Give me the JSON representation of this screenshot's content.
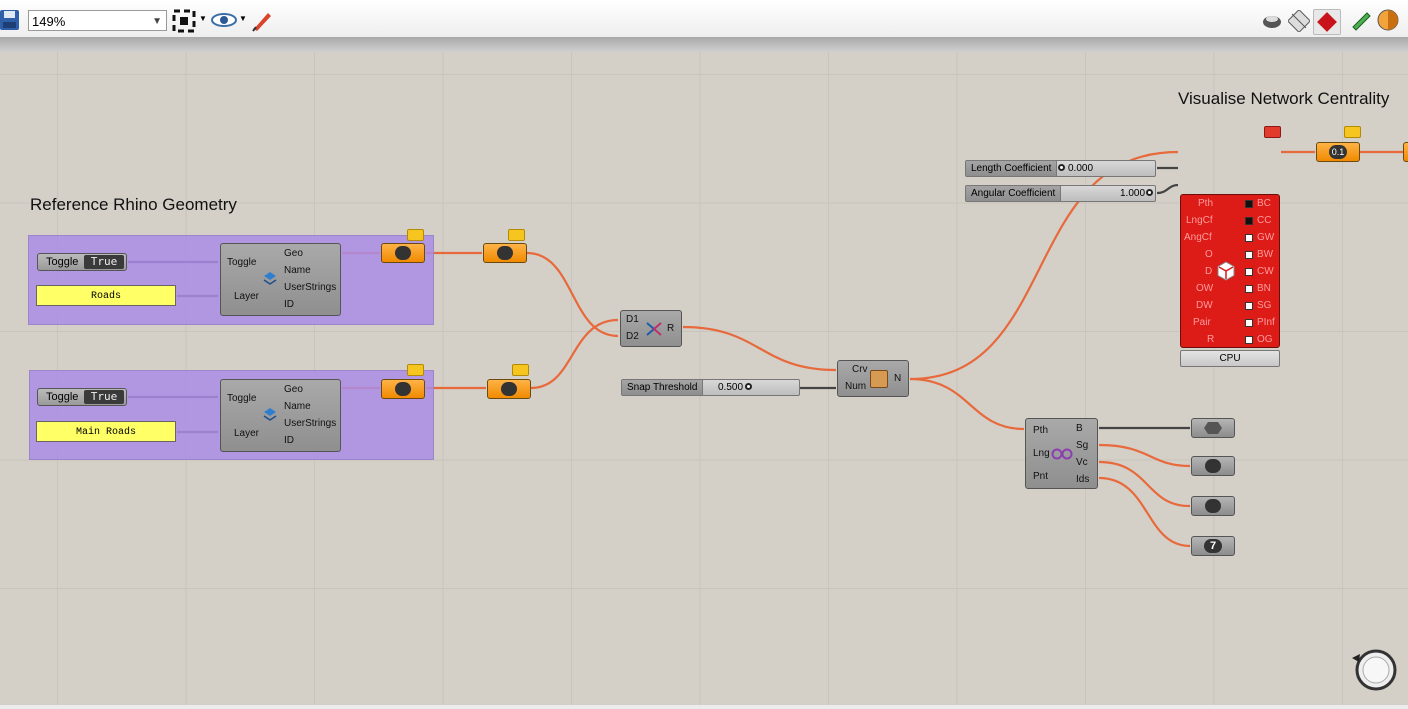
{
  "toolbar": {
    "zoom": "149%",
    "icons": [
      "save-icon",
      "zoom-extents-icon",
      "preview-eye-icon",
      "sketch-pen-icon",
      "shaded-preview-icon",
      "wireframe-preview-icon",
      "red-gem-icon",
      "green-geometry-icon",
      "orange-sphere-icon"
    ]
  },
  "canvas": {
    "groups": [
      {
        "title": "Reference Rhino Geometry"
      },
      {
        "title": "Visualise Network Centrality"
      }
    ],
    "toggles": [
      {
        "name": "Toggle",
        "value": "True"
      },
      {
        "name": "Toggle",
        "value": "True"
      }
    ],
    "panels": [
      "Roads",
      "Main Roads"
    ],
    "layer_ref": {
      "inputs": [
        "Toggle",
        "Layer"
      ],
      "outputs": [
        "Geo",
        "Name",
        "UserStrings",
        "ID"
      ]
    },
    "merge": {
      "inputs": [
        "D1",
        "D2"
      ],
      "output": "R"
    },
    "snap": {
      "name": "Snap Threshold",
      "value": "0.500"
    },
    "network": {
      "inputs": [
        "Crv",
        "Num"
      ],
      "output": "N"
    },
    "sliders": [
      {
        "name": "Length Coefficient",
        "value": "0.000"
      },
      {
        "name": "Angular Coefficient",
        "value": "1.000"
      }
    ],
    "centrality": {
      "inputs": [
        "Pth",
        "LngCf",
        "AngCf",
        "O",
        "D",
        "OW",
        "DW",
        "Pair",
        "R"
      ],
      "outputs": [
        "BC",
        "CC",
        "GW",
        "BW",
        "CW",
        "BN",
        "SG",
        "PInf",
        "OG"
      ],
      "checked": [
        true,
        true,
        false,
        false,
        false,
        false,
        false,
        false,
        false
      ],
      "button": "CPU"
    },
    "deconstruct": {
      "inputs": [
        "Pth",
        "Lng",
        "Pnt"
      ],
      "outputs": [
        "B",
        "Sg",
        "Vc",
        "Ids"
      ]
    },
    "number_param": "0.1",
    "int_param": "7"
  },
  "colors": {
    "wire": "#e8693b",
    "group": "#a98de6",
    "param": "#f59a1c",
    "cluster": "#dd1b17",
    "panel": "#ffff66"
  }
}
